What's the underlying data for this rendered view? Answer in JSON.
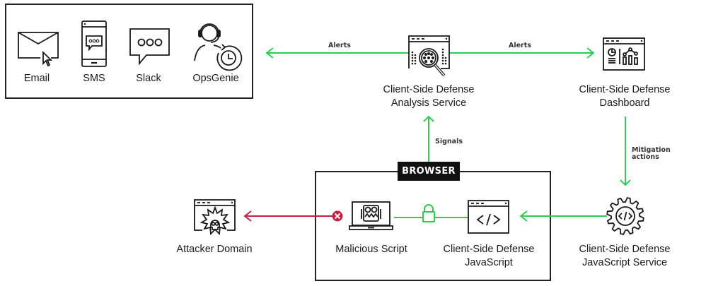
{
  "colors": {
    "flow_green": "#2ecc55",
    "block_red": "#c8203f",
    "ink": "#1a1a1a"
  },
  "notification_channels": [
    {
      "label": "Email",
      "icon": "envelope-cursor-icon"
    },
    {
      "label": "SMS",
      "icon": "phone-message-icon"
    },
    {
      "label": "Slack",
      "icon": "chat-bubble-icon"
    },
    {
      "label": "OpsGenie",
      "icon": "support-agent-clock-icon"
    }
  ],
  "nodes": {
    "analysis_service": {
      "line1": "Client-Side Defense",
      "line2": "Analysis Service"
    },
    "dashboard": {
      "line1": "Client-Side Defense",
      "line2": "Dashboard"
    },
    "attacker_domain": {
      "line1": "Attacker Domain"
    },
    "malicious_script": {
      "line1": "Malicious Script"
    },
    "csd_javascript": {
      "line1": "Client-Side Defense",
      "line2": "JavaScript"
    },
    "csd_js_service": {
      "line1": "Client-Side Defense",
      "line2": "JavaScript Service"
    }
  },
  "browser_label": "BROWSER",
  "edges": {
    "alerts_to_channels": "Alerts",
    "alerts_to_dashboard": "Alerts",
    "signals": "Signals",
    "mitigation_line1": "Mitigation",
    "mitigation_line2": "actions"
  }
}
